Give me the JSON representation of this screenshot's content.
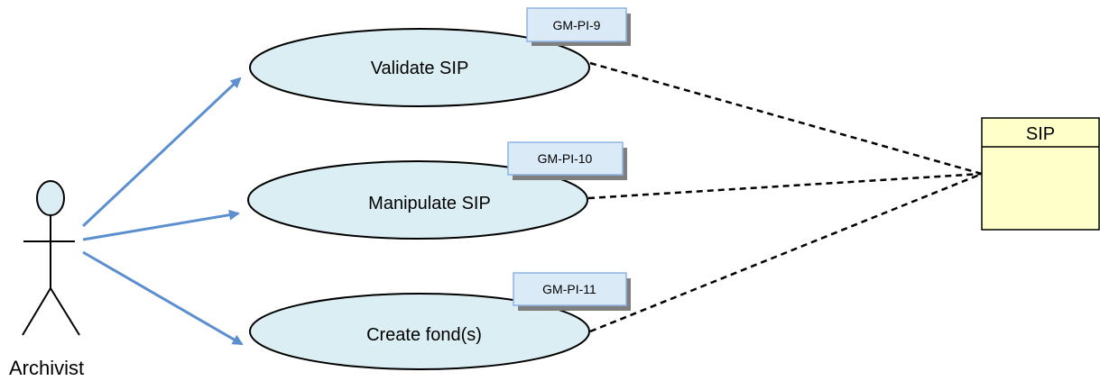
{
  "actor": {
    "name": "Archivist"
  },
  "use_cases": [
    {
      "label": "Validate SIP",
      "tag": "GM-PI-9"
    },
    {
      "label": "Manipulate SIP",
      "tag": "GM-PI-10"
    },
    {
      "label": "Create fond(s)",
      "tag": "GM-PI-11"
    }
  ],
  "class_box": {
    "name": "SIP"
  },
  "colors": {
    "use_case_fill": "#daeef3",
    "tag_fill": "#dbeaf7",
    "tag_border": "#8db3e2",
    "tag_shadow": "#7f7f7f",
    "association_arrow": "#5b8fd0",
    "class_fill": "#ffffc9"
  }
}
